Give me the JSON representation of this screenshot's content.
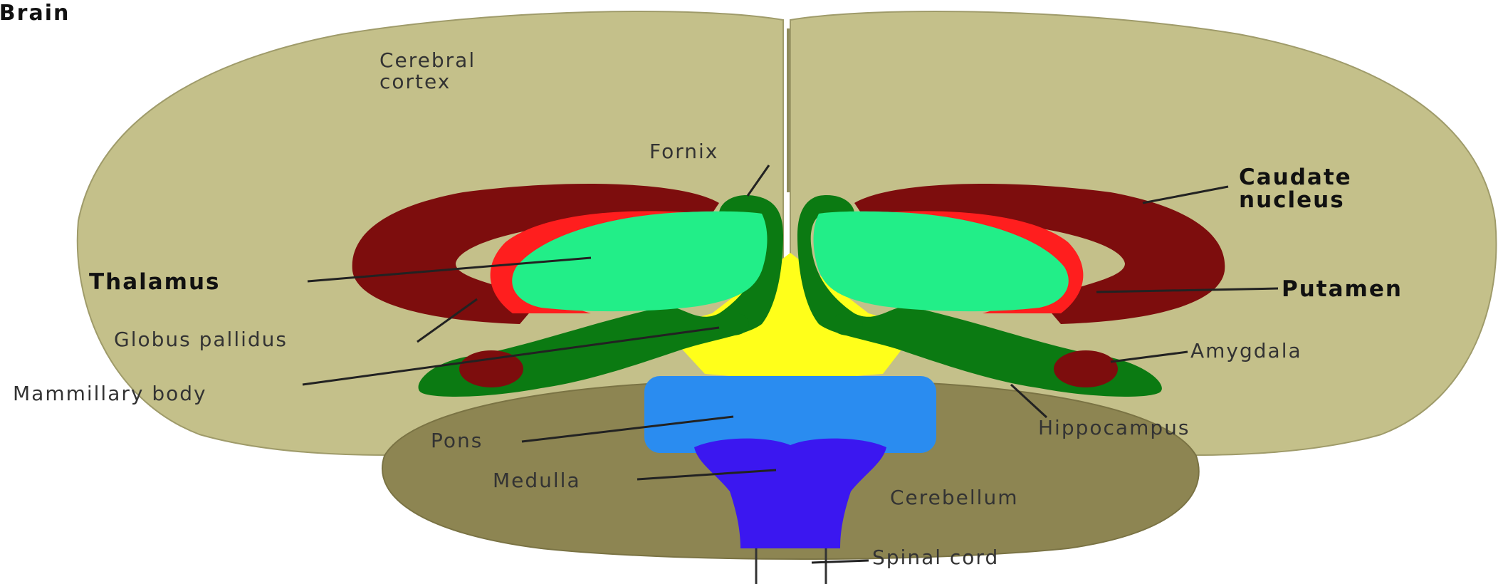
{
  "title": "e Brain",
  "labels": {
    "cerebral_cortex_1": "Cerebral",
    "cerebral_cortex_2": "cortex",
    "fornix": "Fornix",
    "caudate_1": "Caudate",
    "caudate_2": "nucleus",
    "thalamus": "Thalamus",
    "putamen": "Putamen",
    "globus_pallidus": "Globus pallidus",
    "amygdala": "Amygdala",
    "mammillary_body": "Mammillary body",
    "hippocampus": "Hippocampus",
    "pons": "Pons",
    "medulla": "Medulla",
    "cerebellum": "Cerebellum",
    "spinal_cord": "Spinal cord"
  },
  "colors": {
    "cortex": "#c4c08a",
    "cerebellum": "#8d8552",
    "caudate": "#7d0d0d",
    "putamen": "#ff1e1e",
    "thalamus": "#22ee88",
    "fornix_hippocampus": "#0b7a12",
    "yellow_region": "#ffff1a",
    "pons": "#2a8cf0",
    "medulla": "#3b17f0"
  }
}
